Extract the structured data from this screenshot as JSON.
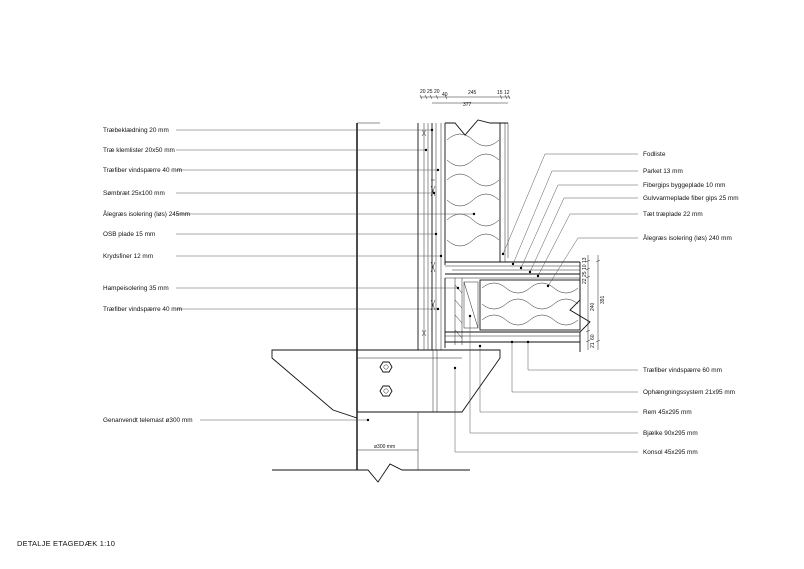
{
  "title": "DETALJE ETAGEDÆK 1:10",
  "left_labels": [
    "Træbeklædning 20 mm",
    "Træ klemlister 20x50 mm",
    "Træfiber vindspærre 40 mm",
    "Sømbræt 25x100 mm",
    "Ålegræs isolering (løs) 245mm",
    "OSB plade 15 mm",
    "Krydsfiner 12 mm",
    "Hampeisolering 35 mm",
    "Træfiber vindspærre 40 mm",
    "Genanvendt telemast ø300 mm"
  ],
  "right_upper_labels": [
    "Fodliste",
    "Parket 13 mm",
    "Fibergips byggeplade 10 mm",
    "Gulvvarmeplade fiber gips 25 mm",
    "Tæt træplade 22 mm",
    "Ålegræs isolering (løs) 240 mm"
  ],
  "right_lower_labels": [
    "Træfiber vindspærre 60 mm",
    "Ophængningssystem 21x95 mm",
    "Rem 45x295 mm",
    "Bjælke 90x295 mm",
    "Konsol 45x295 mm"
  ],
  "dimensions": {
    "top_segments": [
      "20",
      "25",
      "20",
      "40",
      "245",
      "15",
      "12"
    ],
    "top_total": "377",
    "side_stack": [
      "22",
      "25",
      "10",
      "13"
    ],
    "side_240": "240",
    "side_391": "391",
    "side_lower": [
      "21",
      "60"
    ],
    "pole_diameter": "ø300 mm"
  }
}
